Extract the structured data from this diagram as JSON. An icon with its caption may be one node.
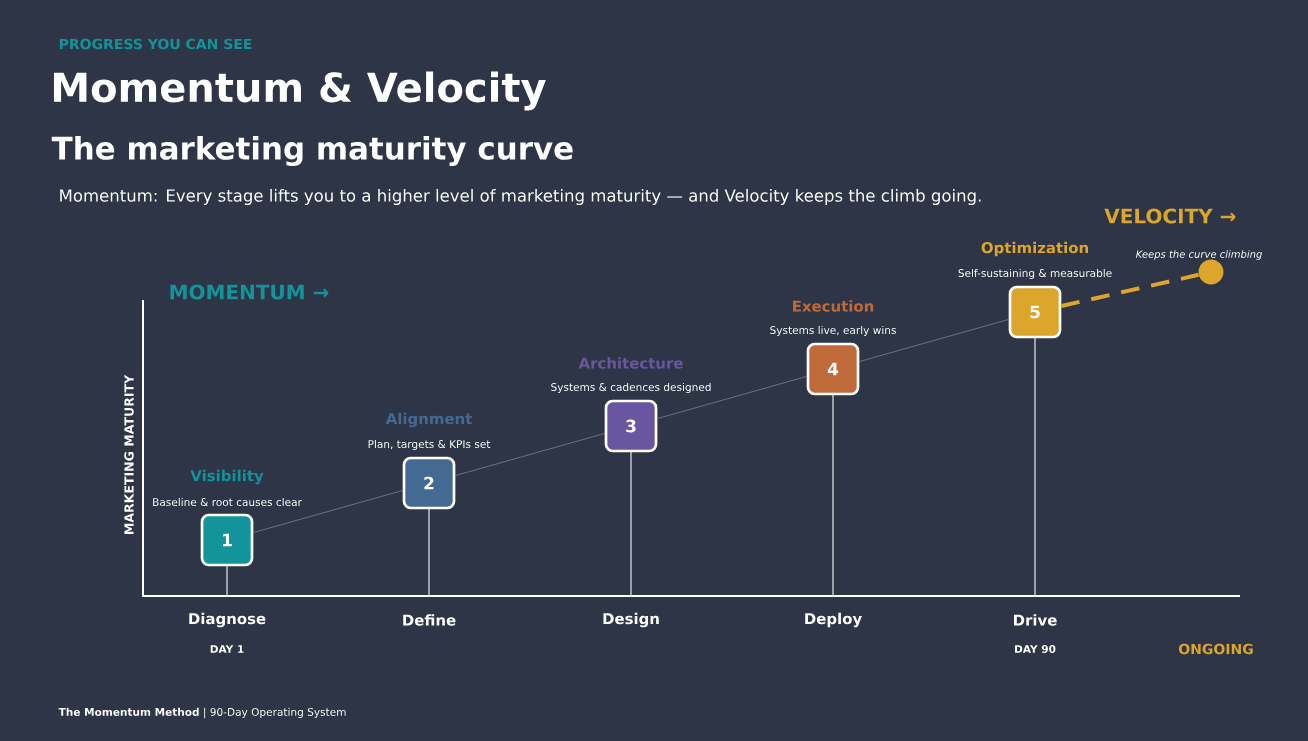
{
  "diagram": {
    "title": "Momentum & Velocity",
    "nodes": [
      {
        "text": [
          "1"
        ],
        "beside": [
          "Visibility",
          "Baseline & root causes clear"
        ]
      },
      {
        "text": [
          "2"
        ],
        "beside": [
          "Alignment",
          "Plan, targets & KPIs set"
        ]
      },
      {
        "text": [
          "3"
        ],
        "beside": [
          "Architecture",
          "Systems & cadences designed"
        ]
      },
      {
        "text": [
          "4"
        ],
        "beside": [
          "Execution",
          "Systems live, early wins"
        ]
      },
      {
        "text": [
          "5"
        ],
        "beside": [
          "Optimization",
          "Self-sustaining & measurable"
        ]
      },
      {
        "text": [],
        "shape": "circle",
        "beside": [
          "Keeps the curve climbing"
        ]
      }
    ],
    "edges": [
      {
        "from": 0,
        "to": 1,
        "arrow": "none"
      },
      {
        "from": 1,
        "to": 2,
        "arrow": "none"
      },
      {
        "from": 2,
        "to": 3,
        "arrow": "none"
      },
      {
        "from": 3,
        "to": 4,
        "arrow": "none"
      },
      {
        "from": 4,
        "to": 5,
        "arrow": "none",
        "style": "dashed",
        "color": "#dca52c"
      }
    ],
    "labels": [
      "PROGRESS YOU CAN SEE",
      "The marketing maturity curve",
      "Momentum: Every stage lifts you to a higher level of marketing maturity — and Velocity keeps the climb going.",
      "VELOCITY →",
      "MOMENTUM →",
      "MARKETING MATURITY",
      "Diagnose",
      "Define",
      "Design",
      "Deploy",
      "Drive",
      "DAY 1",
      "DAY 90",
      "ONGOING",
      "**The Momentum Method** | 90-Day Operating System"
    ]
  }
}
